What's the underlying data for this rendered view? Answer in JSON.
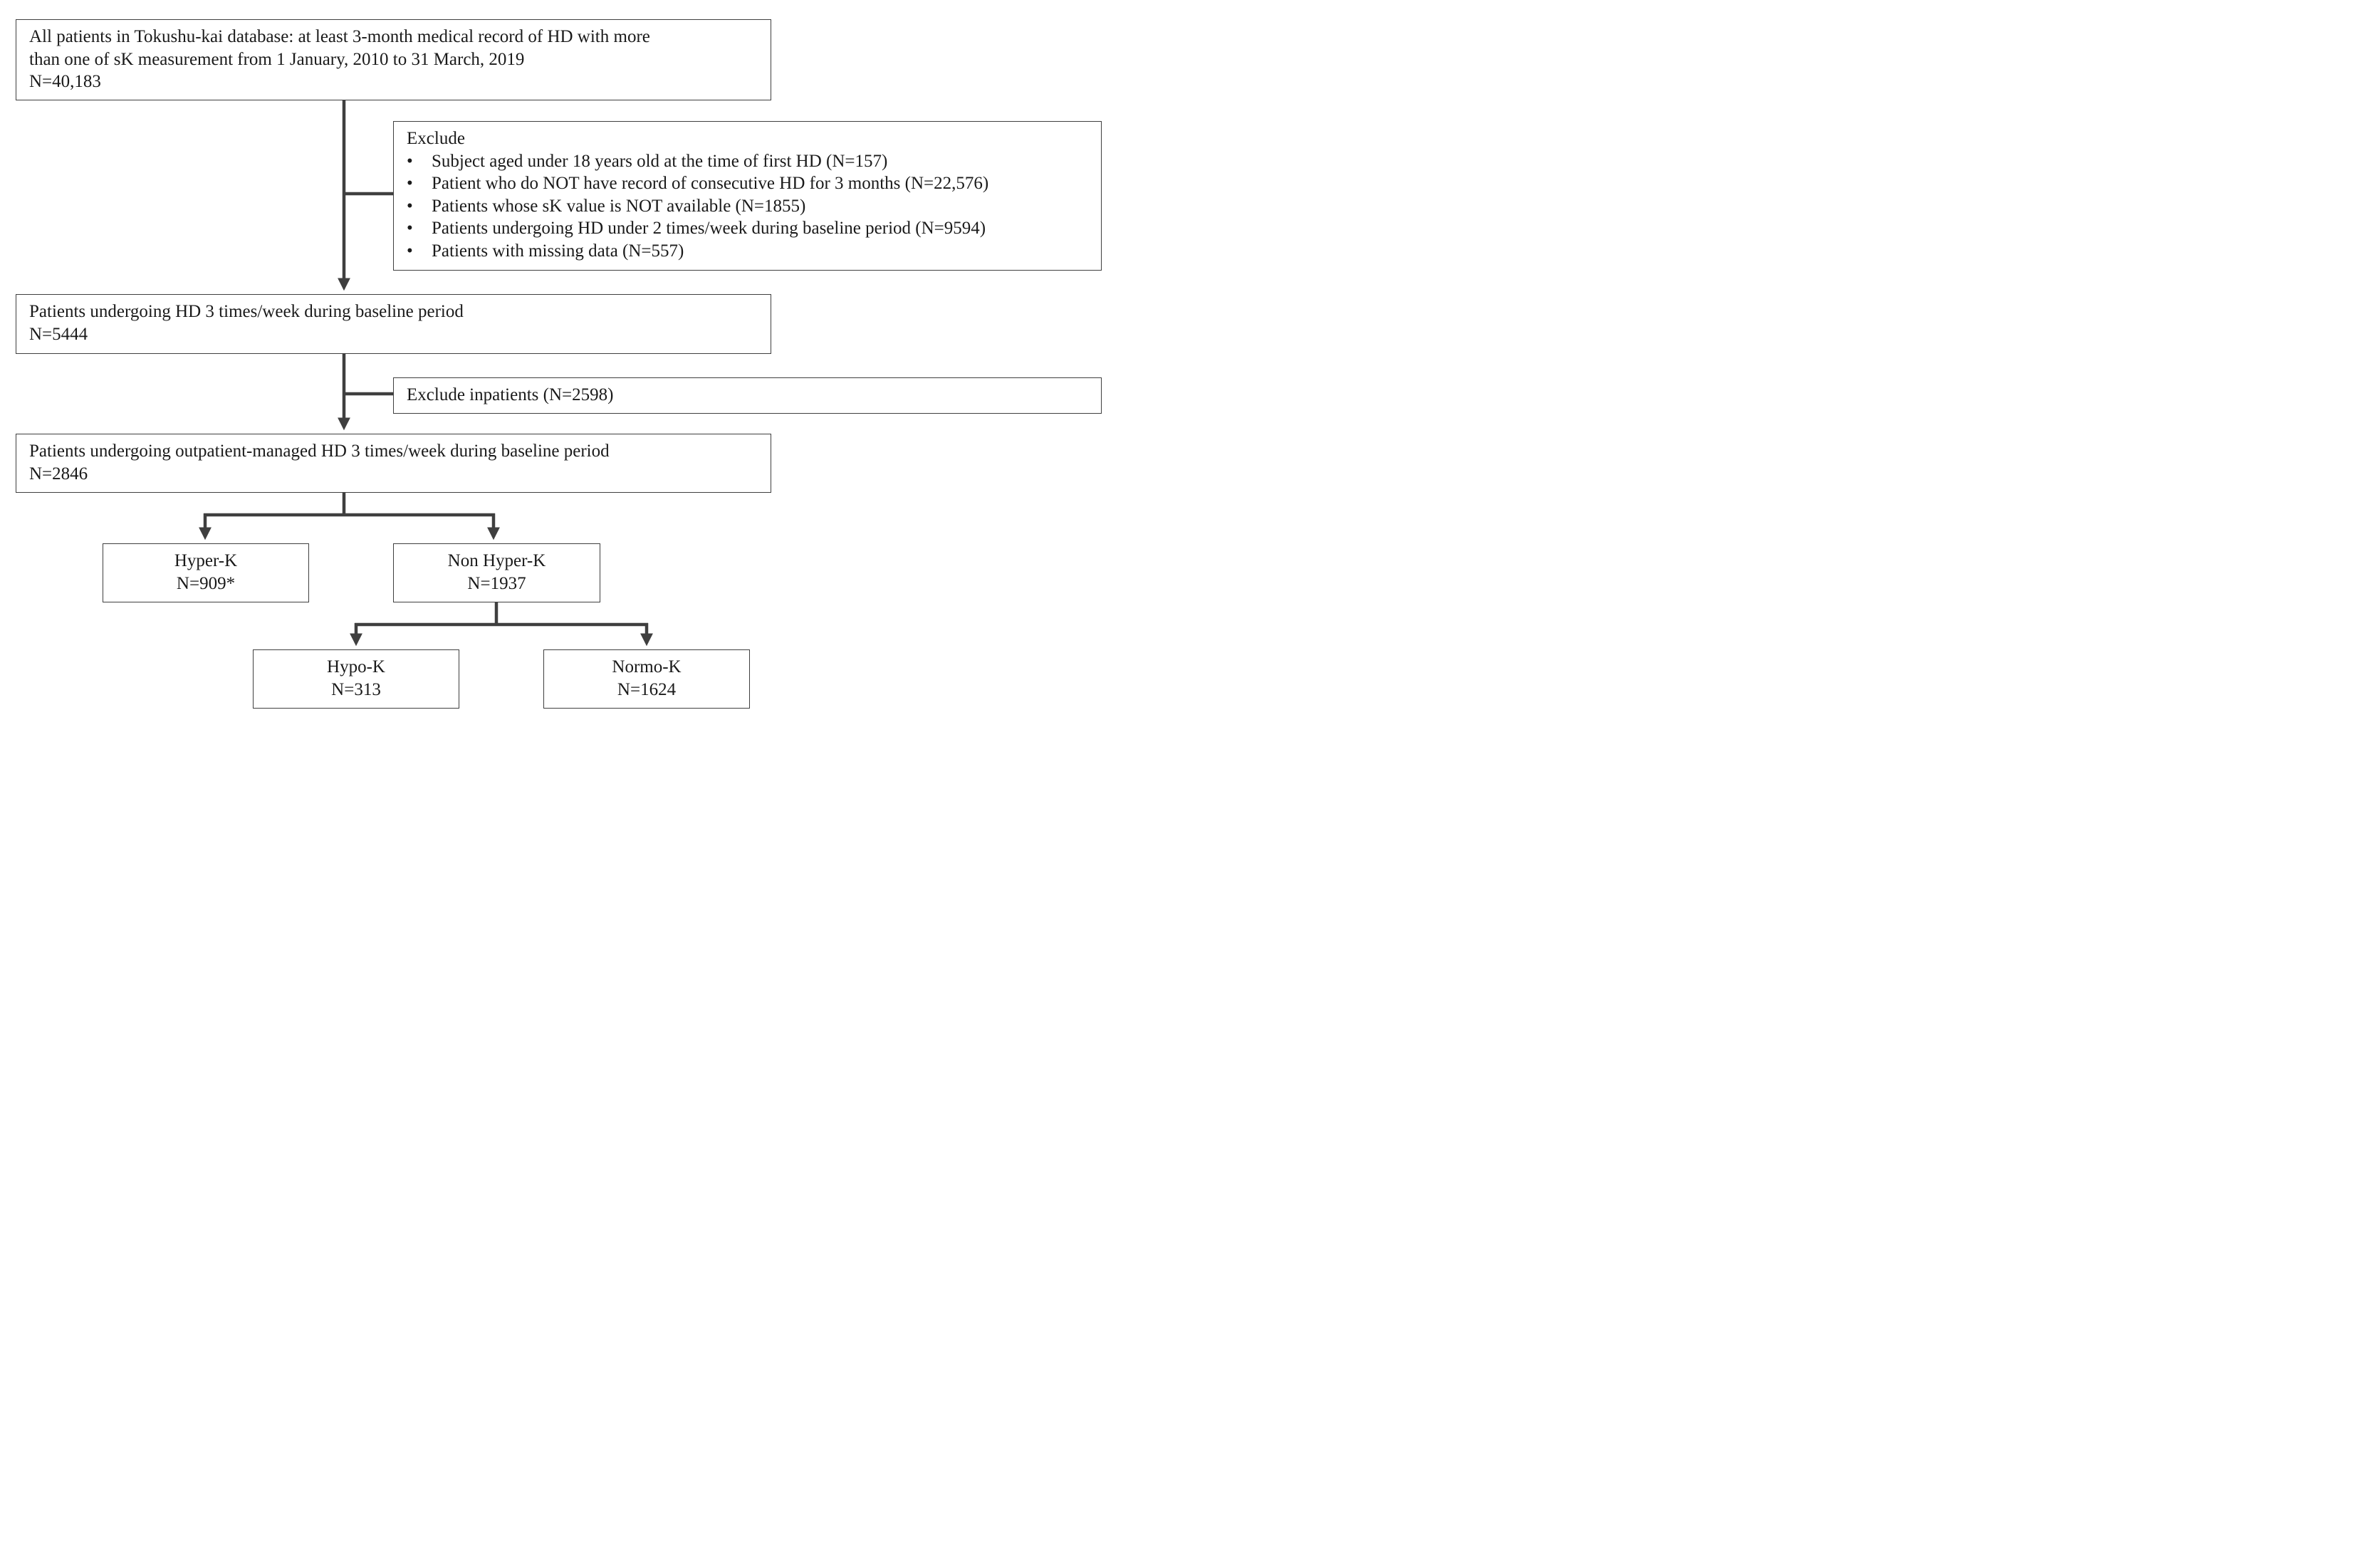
{
  "boxes": {
    "all_patients": {
      "lines": [
        "All patients in Tokushu-kai database: at least 3-month medical record of HD with more",
        "than one of sK measurement from 1 January, 2010 to 31 March, 2019",
        "N=40,183"
      ]
    },
    "exclusion_1": {
      "heading": "Exclude",
      "bullet_symbol": "•",
      "items": [
        "Subject aged under 18 years old at the time of first HD (N=157)",
        "Patient who do NOT have record of consecutive HD for 3 months (N=22,576)",
        "Patients whose sK value is NOT available (N=1855)",
        "Patients undergoing HD under 2 times/week during baseline period (N=9594)",
        "Patients with missing data (N=557)"
      ]
    },
    "baseline": {
      "lines": [
        "Patients undergoing HD 3 times/week during baseline period",
        "N=5444"
      ]
    },
    "exclusion_2": {
      "text": "Exclude inpatients (N=2598)"
    },
    "outpatient": {
      "lines": [
        "Patients undergoing outpatient-managed HD 3 times/week during baseline period",
        "N=2846"
      ]
    },
    "hyper_k": {
      "label": "Hyper-K",
      "count": "N=909*"
    },
    "non_hyper_k": {
      "label": "Non Hyper-K",
      "count": "N=1937"
    },
    "hypo_k": {
      "label": "Hypo-K",
      "count": "N=313"
    },
    "normo_k": {
      "label": "Normo-K",
      "count": "N=1624"
    }
  },
  "colors": {
    "connector": "#3f3f3f",
    "border": "#3f3f3f",
    "text": "#1a1a1a",
    "background": "#ffffff"
  }
}
